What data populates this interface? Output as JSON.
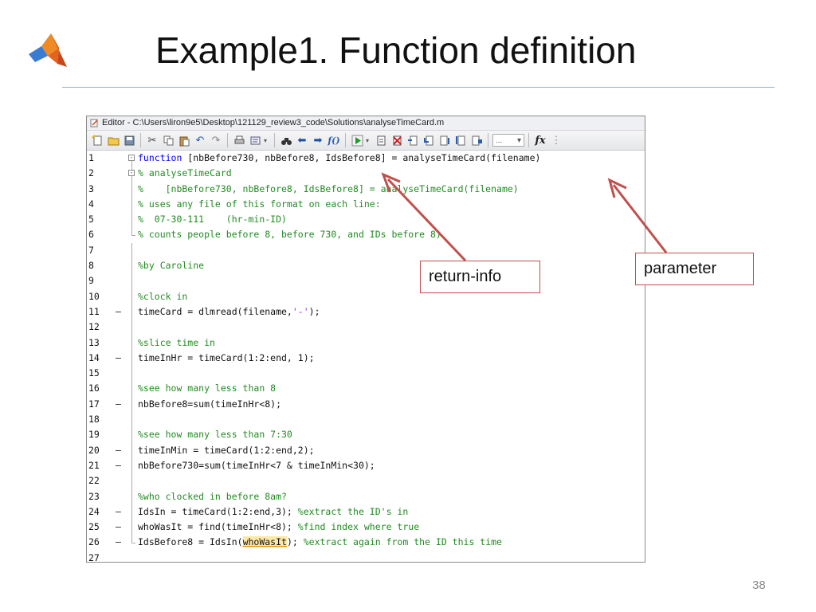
{
  "slide": {
    "title": "Example1. Function definition",
    "page_number": "38"
  },
  "editor": {
    "window_title": "Editor - C:\\Users\\liron9e5\\Desktop\\121129_review3_code\\Solutions\\analyseTimeCard.m",
    "toolbar": {
      "dropdown_value": "...",
      "fx_label": "fx"
    }
  },
  "callouts": {
    "return_info": "return-info",
    "parameter": "parameter"
  },
  "code_lines": [
    {
      "n": "1",
      "dash": "",
      "fold": "open-top",
      "parts": [
        {
          "t": "function",
          "c": "kw"
        },
        {
          "t": " [nbBefore730, nbBefore8, IdsBefore8] = analyseTimeCard(filename)",
          "c": ""
        }
      ]
    },
    {
      "n": "2",
      "dash": "",
      "fold": "open",
      "parts": [
        {
          "t": "% analyseTimeCard",
          "c": "cm"
        }
      ]
    },
    {
      "n": "3",
      "dash": "",
      "fold": "line",
      "parts": [
        {
          "t": "%    [nbBefore730, nbBefore8, IdsBefore8] = analyseTimeCard(filename)",
          "c": "cm"
        }
      ]
    },
    {
      "n": "4",
      "dash": "",
      "fold": "line",
      "parts": [
        {
          "t": "% uses any file of this format on each line:",
          "c": "cm"
        }
      ]
    },
    {
      "n": "5",
      "dash": "",
      "fold": "line",
      "parts": [
        {
          "t": "%  07-30-111    (hr-min-ID)",
          "c": "cm"
        }
      ]
    },
    {
      "n": "6",
      "dash": "",
      "fold": "end",
      "parts": [
        {
          "t": "% counts people before 8, before 730, and IDs before 8)",
          "c": "cm"
        }
      ]
    },
    {
      "n": "7",
      "dash": "",
      "fold": "line",
      "parts": []
    },
    {
      "n": "8",
      "dash": "",
      "fold": "line",
      "parts": [
        {
          "t": "%by Caroline",
          "c": "cm"
        }
      ]
    },
    {
      "n": "9",
      "dash": "",
      "fold": "line",
      "parts": []
    },
    {
      "n": "10",
      "dash": "",
      "fold": "line",
      "parts": [
        {
          "t": "%clock in",
          "c": "cm"
        }
      ]
    },
    {
      "n": "11",
      "dash": "—",
      "fold": "line",
      "parts": [
        {
          "t": "timeCard = dlmread(filename,",
          "c": ""
        },
        {
          "t": "'-'",
          "c": "st"
        },
        {
          "t": ");",
          "c": ""
        }
      ]
    },
    {
      "n": "12",
      "dash": "",
      "fold": "line",
      "parts": []
    },
    {
      "n": "13",
      "dash": "",
      "fold": "line",
      "parts": [
        {
          "t": "%slice time in",
          "c": "cm"
        }
      ]
    },
    {
      "n": "14",
      "dash": "—",
      "fold": "line",
      "parts": [
        {
          "t": "timeInHr = timeCard(1:2:end, 1);",
          "c": ""
        }
      ]
    },
    {
      "n": "15",
      "dash": "",
      "fold": "line",
      "parts": []
    },
    {
      "n": "16",
      "dash": "",
      "fold": "line",
      "parts": [
        {
          "t": "%see how many less than 8",
          "c": "cm"
        }
      ]
    },
    {
      "n": "17",
      "dash": "—",
      "fold": "line",
      "parts": [
        {
          "t": "nbBefore8=sum(timeInHr<8);",
          "c": ""
        }
      ]
    },
    {
      "n": "18",
      "dash": "",
      "fold": "line",
      "parts": []
    },
    {
      "n": "19",
      "dash": "",
      "fold": "line",
      "parts": [
        {
          "t": "%see how many less than 7:30",
          "c": "cm"
        }
      ]
    },
    {
      "n": "20",
      "dash": "—",
      "fold": "line",
      "parts": [
        {
          "t": "timeInMin = timeCard(1:2:end,2);",
          "c": ""
        }
      ]
    },
    {
      "n": "21",
      "dash": "—",
      "fold": "line",
      "parts": [
        {
          "t": "nbBefore730=sum(timeInHr<7 & timeInMin<30);",
          "c": ""
        }
      ]
    },
    {
      "n": "22",
      "dash": "",
      "fold": "line",
      "parts": []
    },
    {
      "n": "23",
      "dash": "",
      "fold": "line",
      "parts": [
        {
          "t": "%who clocked in before 8am?",
          "c": "cm"
        }
      ]
    },
    {
      "n": "24",
      "dash": "—",
      "fold": "line",
      "parts": [
        {
          "t": "IdsIn = timeCard(1:2:end,3); ",
          "c": ""
        },
        {
          "t": "%extract the ID's in",
          "c": "cm"
        }
      ]
    },
    {
      "n": "25",
      "dash": "—",
      "fold": "line",
      "parts": [
        {
          "t": "whoWasIt = find(timeInHr<8); ",
          "c": ""
        },
        {
          "t": "%find index where true",
          "c": "cm"
        }
      ]
    },
    {
      "n": "26",
      "dash": "—",
      "fold": "end",
      "parts": [
        {
          "t": "IdsBefore8 = IdsIn(",
          "c": ""
        },
        {
          "t": "whoWasIt",
          "c": "hl"
        },
        {
          "t": "); ",
          "c": ""
        },
        {
          "t": "%extract again from the ID this time",
          "c": "cm"
        }
      ]
    },
    {
      "n": "27",
      "dash": "",
      "fold": "none",
      "parts": []
    }
  ],
  "colors": {
    "keyword": "#0000ff",
    "comment": "#228b22",
    "string": "#a020f0",
    "callout_border": "#c0504d",
    "arrow": "#c0504d"
  }
}
